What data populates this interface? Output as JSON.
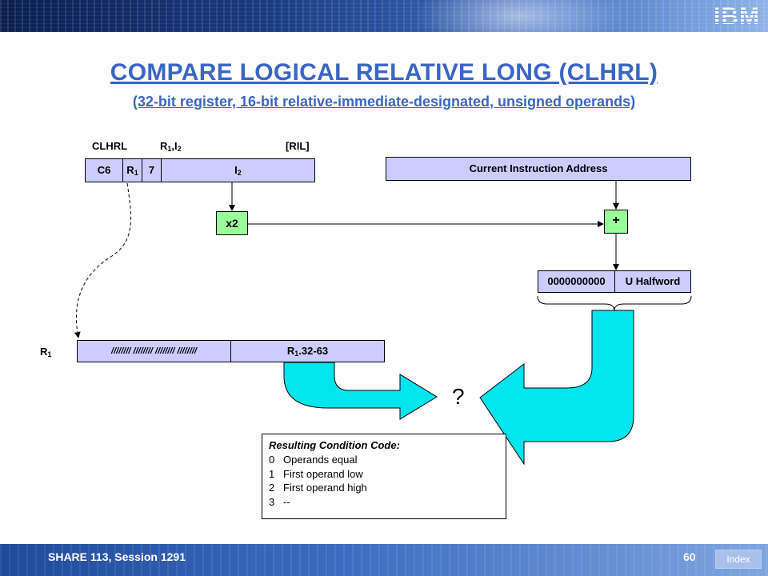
{
  "header": {
    "logo_text": "IBM"
  },
  "title": "COMPARE LOGICAL RELATIVE LONG (CLHRL)",
  "subtitle": "(32-bit register, 16-bit relative-immediate-designated, unsigned operands)",
  "instruction": {
    "mnemonic": "CLHRL",
    "operands_base": "R",
    "operands_sub1": "1",
    "operands_sep": ",I",
    "operands_sub2": "2",
    "format": "[RIL]",
    "fields": {
      "opcode": "C6",
      "r1_base": "R",
      "r1_sub": "1",
      "ext": "7",
      "i2_base": "I",
      "i2_sub": "2"
    }
  },
  "current_instruction_address": "Current Instruction Address",
  "multiplier_label": "x2",
  "adder_label": "+",
  "result": {
    "zeros": "0000000000",
    "halfword": "U Halfword"
  },
  "register": {
    "label_base": "R",
    "label_sub": "1",
    "high_pattern": "//////// //////// //////// ////////",
    "low_base": "R",
    "low_sub": "1",
    "low_suffix": ".32-63"
  },
  "compare_symbol": "?",
  "condition_codes": {
    "title": "Resulting Condition Code:",
    "items": [
      {
        "code": "0",
        "text": "Operands equal"
      },
      {
        "code": "1",
        "text": "First operand low"
      },
      {
        "code": "2",
        "text": "First operand high"
      },
      {
        "code": "3",
        "text": "--"
      }
    ]
  },
  "footer": {
    "session": "SHARE 113, Session 1291",
    "page": "60",
    "index_label": "Index"
  },
  "colors": {
    "title": "#3a66c4",
    "box_fill": "#ccccff",
    "green_fill": "#99ff99",
    "arrow_fill": "#00e5ee"
  }
}
